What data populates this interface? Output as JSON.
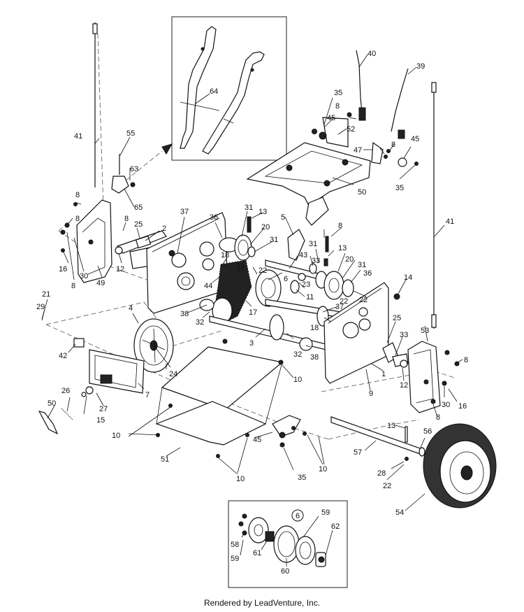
{
  "diagram": {
    "footer": "Rendered by LeadVenture, Inc.",
    "callouts": [
      {
        "id": "c1",
        "text": "1"
      },
      {
        "id": "c2",
        "text": "2"
      },
      {
        "id": "c3",
        "text": "3"
      },
      {
        "id": "c4",
        "text": "4"
      },
      {
        "id": "c5",
        "text": "5"
      },
      {
        "id": "c6",
        "text": "6"
      },
      {
        "id": "c6b",
        "text": "6"
      },
      {
        "id": "c7",
        "text": "7"
      },
      {
        "id": "c8a",
        "text": "8"
      },
      {
        "id": "c8b",
        "text": "8"
      },
      {
        "id": "c8c",
        "text": "8"
      },
      {
        "id": "c8d",
        "text": "8"
      },
      {
        "id": "c8e",
        "text": "8"
      },
      {
        "id": "c8f",
        "text": "8"
      },
      {
        "id": "c8g",
        "text": "8"
      },
      {
        "id": "c8h",
        "text": "8"
      },
      {
        "id": "c8i",
        "text": "8"
      },
      {
        "id": "c9",
        "text": "9"
      },
      {
        "id": "c10a",
        "text": "10"
      },
      {
        "id": "c10b",
        "text": "10"
      },
      {
        "id": "c10c",
        "text": "10"
      },
      {
        "id": "c10d",
        "text": "10"
      },
      {
        "id": "c11",
        "text": "11"
      },
      {
        "id": "c12a",
        "text": "12"
      },
      {
        "id": "c12b",
        "text": "12"
      },
      {
        "id": "c13a",
        "text": "13"
      },
      {
        "id": "c13b",
        "text": "13"
      },
      {
        "id": "c13c",
        "text": "13"
      },
      {
        "id": "c14",
        "text": "14"
      },
      {
        "id": "c15",
        "text": "15"
      },
      {
        "id": "c16a",
        "text": "16"
      },
      {
        "id": "c16b",
        "text": "16"
      },
      {
        "id": "c17",
        "text": "17"
      },
      {
        "id": "c18a",
        "text": "18"
      },
      {
        "id": "c18b",
        "text": "18"
      },
      {
        "id": "c19",
        "text": "19"
      },
      {
        "id": "c20a",
        "text": "20"
      },
      {
        "id": "c20b",
        "text": "20"
      },
      {
        "id": "c21",
        "text": "21"
      },
      {
        "id": "c22a",
        "text": "22"
      },
      {
        "id": "c22b",
        "text": "22"
      },
      {
        "id": "c22c",
        "text": "22"
      },
      {
        "id": "c22d",
        "text": "22"
      },
      {
        "id": "c23",
        "text": "23"
      },
      {
        "id": "c24",
        "text": "24"
      },
      {
        "id": "c25a",
        "text": "25"
      },
      {
        "id": "c25b",
        "text": "25"
      },
      {
        "id": "c26",
        "text": "26"
      },
      {
        "id": "c27",
        "text": "27"
      },
      {
        "id": "c28",
        "text": "28"
      },
      {
        "id": "c29",
        "text": "29"
      },
      {
        "id": "c30a",
        "text": "30"
      },
      {
        "id": "c30b",
        "text": "30"
      },
      {
        "id": "c31a",
        "text": "31"
      },
      {
        "id": "c31b",
        "text": "31"
      },
      {
        "id": "c31c",
        "text": "31"
      },
      {
        "id": "c31d",
        "text": "31"
      },
      {
        "id": "c32a",
        "text": "32"
      },
      {
        "id": "c32b",
        "text": "32"
      },
      {
        "id": "c33a",
        "text": "33"
      },
      {
        "id": "c33b",
        "text": "33"
      },
      {
        "id": "c35a",
        "text": "35"
      },
      {
        "id": "c35b",
        "text": "35"
      },
      {
        "id": "c35c",
        "text": "35"
      },
      {
        "id": "c36a",
        "text": "36"
      },
      {
        "id": "c36b",
        "text": "36"
      },
      {
        "id": "c37a",
        "text": "37"
      },
      {
        "id": "c37b",
        "text": "37"
      },
      {
        "id": "c38a",
        "text": "38"
      },
      {
        "id": "c38b",
        "text": "38"
      },
      {
        "id": "c39",
        "text": "39"
      },
      {
        "id": "c40",
        "text": "40"
      },
      {
        "id": "c41a",
        "text": "41"
      },
      {
        "id": "c41b",
        "text": "41"
      },
      {
        "id": "c42",
        "text": "42"
      },
      {
        "id": "c43",
        "text": "43"
      },
      {
        "id": "c44",
        "text": "44"
      },
      {
        "id": "c45a",
        "text": "45"
      },
      {
        "id": "c45b",
        "text": "45"
      },
      {
        "id": "c45c",
        "text": "45"
      },
      {
        "id": "c47",
        "text": "47"
      },
      {
        "id": "c49",
        "text": "49"
      },
      {
        "id": "c50a",
        "text": "50"
      },
      {
        "id": "c50b",
        "text": "50"
      },
      {
        "id": "c51",
        "text": "51"
      },
      {
        "id": "c52",
        "text": "52"
      },
      {
        "id": "c53",
        "text": "53"
      },
      {
        "id": "c54",
        "text": "54"
      },
      {
        "id": "c55",
        "text": "55"
      },
      {
        "id": "c56",
        "text": "56"
      },
      {
        "id": "c57",
        "text": "57"
      },
      {
        "id": "c58",
        "text": "58"
      },
      {
        "id": "c59a",
        "text": "59"
      },
      {
        "id": "c59b",
        "text": "59"
      },
      {
        "id": "c60",
        "text": "60"
      },
      {
        "id": "c61",
        "text": "61"
      },
      {
        "id": "c62",
        "text": "62"
      },
      {
        "id": "c63",
        "text": "63"
      },
      {
        "id": "c64",
        "text": "64"
      },
      {
        "id": "c65",
        "text": "65"
      }
    ]
  }
}
